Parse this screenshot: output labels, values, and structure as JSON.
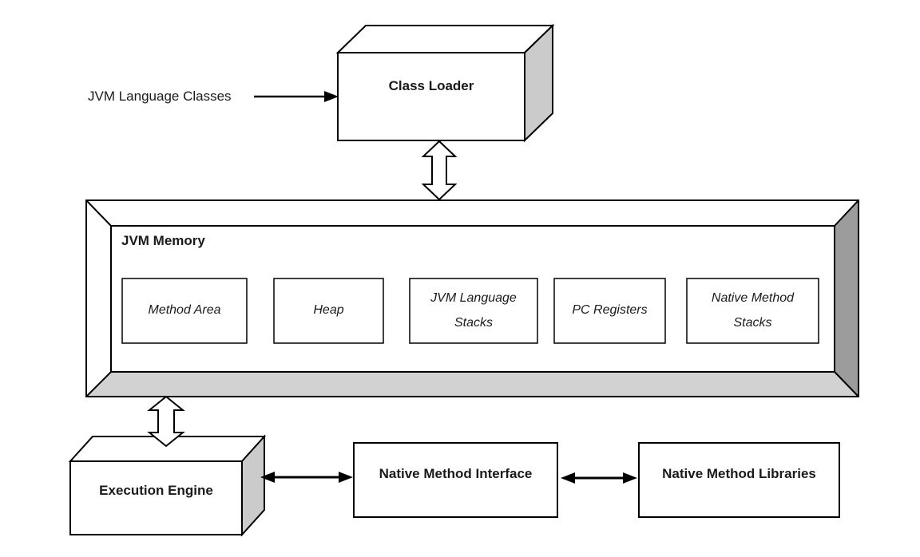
{
  "colors": {
    "line": "#000000",
    "text": "#1a1a1a",
    "box_fill": "#ffffff",
    "side_face_gray": "#cbcbcb",
    "memory_bottom_band": "#d2d2d2",
    "memory_right_band": "#9c9c9c"
  },
  "labels": {
    "jvm_language_classes": "JVM Language Classes",
    "class_loader": "Class Loader",
    "jvm_memory": "JVM Memory",
    "execution_engine": "Execution Engine",
    "native_method_interface": "Native Method Interface",
    "native_method_libraries": "Native Method Libraries"
  },
  "memory_components": [
    "Method Area",
    "Heap",
    "JVM Language Stacks",
    "PC Registers",
    "Native Method Stacks"
  ]
}
